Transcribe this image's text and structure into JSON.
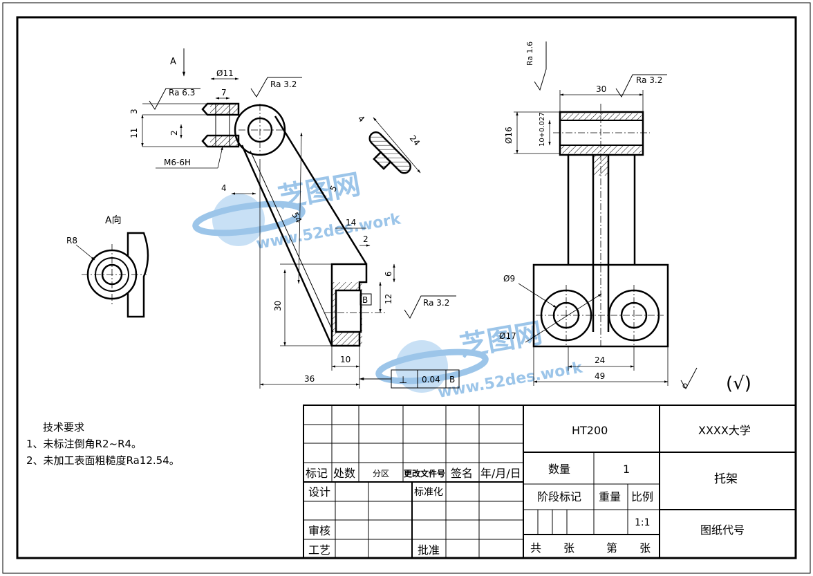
{
  "views": {
    "a_direction_label": "A",
    "a_view_title": "A向",
    "section_b": "B"
  },
  "dims": {
    "d11": "Ø11",
    "d7": "7",
    "d3": "3",
    "d11_left": "11",
    "d2": "2",
    "m6": "M6-6H",
    "d4_left": "4",
    "d4_top": "4",
    "d24_rib": "24",
    "d5": "5",
    "d54": "54",
    "d14": "14",
    "d2b": "2",
    "d6": "6",
    "d12": "12",
    "d30": "30",
    "d10": "10",
    "d36": "36",
    "r8": "R8",
    "d30_top": "30",
    "d16": "Ø16",
    "d10_tol": "10+0.027",
    "d9": "Ø9",
    "d17": "Ø17",
    "d24": "24",
    "d49": "49"
  },
  "roughness": {
    "ra63": "Ra 6.3",
    "ra32_a": "Ra 3.2",
    "ra32_b": "Ra 3.2",
    "ra32_c": "Ra 3.2",
    "ra16": "Ra 1.6",
    "general": "(√)"
  },
  "tolerance": {
    "symbol": "⊥",
    "value": "0.04",
    "datum": "B"
  },
  "watermark": {
    "brand": "芝图网",
    "url": "www.52des.work"
  },
  "notes": {
    "title": "技术要求",
    "items": [
      "1、未标注倒角R2~R4。",
      "2、未加工表面粗糙度Ra12.54。"
    ]
  },
  "title_block": {
    "material": "HT200",
    "org": "XXXX大学",
    "part_name": "托架",
    "drawing_no": "图纸代号",
    "qty_label": "数量",
    "qty_value": "1",
    "stage_label": "阶段标记",
    "weight_label": "重量",
    "scale_label": "比例",
    "scale_value": "1:1",
    "total_label": "共",
    "sheet_label": "张",
    "page_label": "第",
    "page_sheet_label": "张",
    "rev": {
      "mark": "标记",
      "count": "处数",
      "zone": "分区",
      "doc": "更改文件号",
      "sign": "签名",
      "date": "年/月/日"
    },
    "design": "设计",
    "standard": "标准化",
    "review": "审核",
    "process": "工艺",
    "approve": "批准"
  }
}
